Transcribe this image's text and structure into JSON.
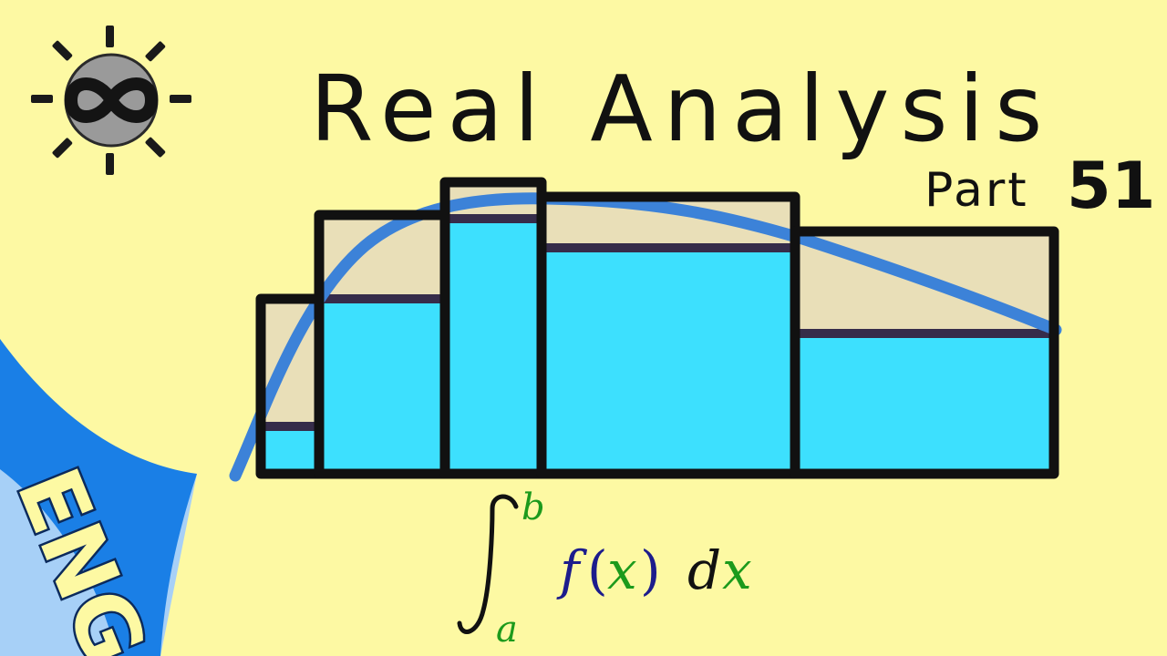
{
  "title": "Real Analysis",
  "part_label": "Part",
  "part_number": "51",
  "language_badge": "ENG",
  "logo_icon": "infinity-sun-icon",
  "integral": {
    "upper_limit": "b",
    "lower_limit": "a",
    "function_name": "f",
    "open_paren": "(",
    "variable": "x",
    "close_paren": ")",
    "differential_d": "d",
    "differential_x": "x"
  },
  "colors": {
    "background": "#fdf9a3",
    "upper_sum_fill": "#e9dfb8",
    "lower_sum_fill": "#3de0fe",
    "curve": "#3c82d8",
    "lower_line": "#362c4a",
    "outline": "#111111",
    "corner_dark": "#1a7fe6",
    "corner_light": "#a7d0f7",
    "limit_color": "#1c9a1c",
    "function_color": "#1c1c8c"
  }
}
